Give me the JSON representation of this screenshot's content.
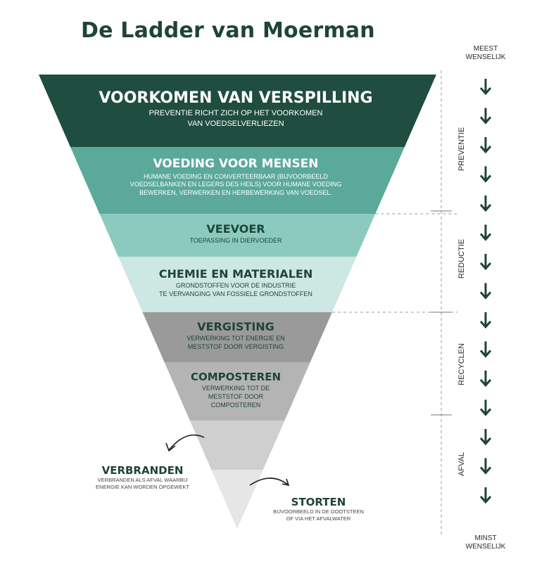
{
  "title": "De Ladder van Moerman",
  "levels": [
    {
      "heading": "VOORKOMEN VAN VERSPILLING",
      "sub": [
        "PREVENTIE RICHT ZICH OP HET VOORKOMEN",
        "VAN VOEDSELVERLIEZEN"
      ]
    },
    {
      "heading": "VOEDING VOOR MENSEN",
      "sub": [
        "HUMANE VOEDING EN CONVERTEERBAAR (BIJVOORBEELD",
        "VOEDSELBANKEN EN LEGERS DES HEILS) VOOR HUMANE VOEDING",
        "BEWERKEN, VERWERKEN EN HERBEWERKING VAN VOEDSEL."
      ]
    },
    {
      "heading": "VEEVOER",
      "sub": [
        "TOEPASSING IN DIERVOEDER"
      ]
    },
    {
      "heading": "CHEMIE EN MATERIALEN",
      "sub": [
        "GRONDSTOFFEN VOOR DE INDUSTRIE",
        "TE VERVANGING VAN FOSSIELE GRONDSTOFFEN"
      ]
    },
    {
      "heading": "VERGISTING",
      "sub": [
        "VERWERKING TOT ENERGIE EN",
        "MESTSTOF DOOR VERGISTING"
      ]
    },
    {
      "heading": "COMPOSTEREN",
      "sub": [
        "VERWERKING TOT DE",
        "MESTSTOF DOOR",
        "COMPOSTEREN"
      ]
    }
  ],
  "outlets": {
    "verbranden": {
      "heading": "VERBRANDEN",
      "sub": [
        "VERBRANDEN ALS AFVAL WAARBIJ",
        "ENERGIE KAN WORDEN OPGEWEKT"
      ]
    },
    "storten": {
      "heading": "STORTEN",
      "sub": [
        "BIJVOORBEELD IN DE GOOTSTEEN",
        "OF VIA HET AFVALWATER"
      ]
    }
  },
  "scale": {
    "top": [
      "MEEST",
      "WENSELIJK"
    ],
    "bottom": [
      "MINST",
      "WENSELIJK"
    ],
    "sections": [
      "PREVENTIE",
      "REDUCTIE",
      "RECYCLEN",
      "AFVAL"
    ]
  },
  "colors": {
    "level1": "#1f4d3f",
    "level2": "#5aa99a",
    "level3": "#8ccabf",
    "level4": "#cde7e2",
    "level5": "#9a9a9a",
    "level6": "#b4b4b4",
    "level7": "#cfcfcf",
    "level8": "#e6e6e6",
    "dark_green": "#1f4438",
    "white": "#ffffff"
  }
}
